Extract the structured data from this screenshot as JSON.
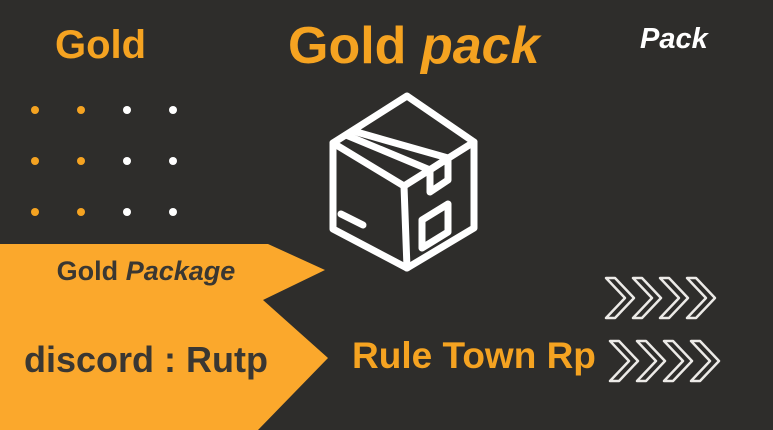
{
  "colors": {
    "background": "#2e2d2b",
    "accent_orange": "#f5a321",
    "ribbon_orange": "#fba82c",
    "dark_text": "#3a3732",
    "white": "#ffffff",
    "chevron": "#eceae7"
  },
  "header": {
    "left_label": "Gold",
    "title": {
      "regular": "Gold",
      "italic": "pack"
    },
    "right_label": "Pack"
  },
  "ribbon": {
    "line1": {
      "regular": "Gold",
      "italic": "Package"
    },
    "line2": "discord : Rutp"
  },
  "main": {
    "server_name": "Rule Town Rp"
  },
  "decor": {
    "icons": {
      "center": "package-box-icon",
      "right": "chevron-right-icon"
    },
    "dots": {
      "rows": 3,
      "cols": 4,
      "orange_cols": 2,
      "orange": "#f5a321",
      "white": "#ffffff"
    },
    "chevrons": {
      "rows": 2,
      "per_row": 4,
      "color": "#eceae7"
    }
  }
}
